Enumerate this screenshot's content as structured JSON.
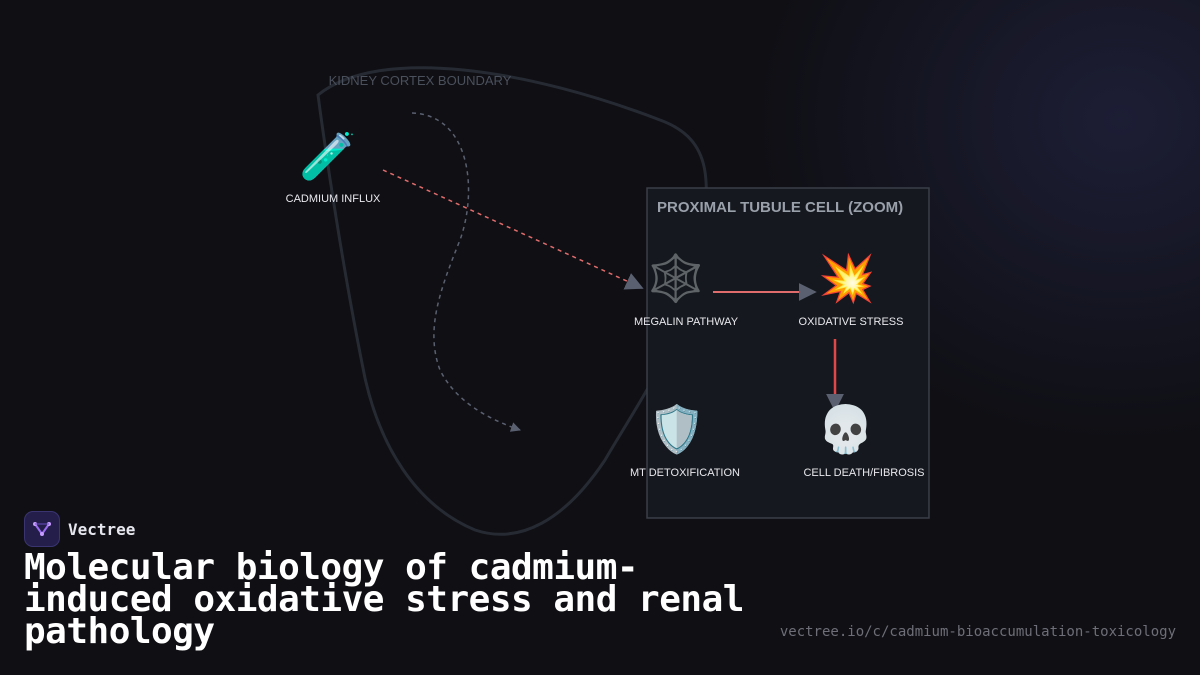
{
  "diagram": {
    "boundary_label": "KIDNEY CORTEX BOUNDARY",
    "zoom_box_title": "PROXIMAL TUBULE CELL (ZOOM)",
    "nodes": {
      "cadmium_influx": {
        "label": "CADMIUM INFLUX",
        "icon": "test-tube-icon",
        "glyph": "🧪"
      },
      "megalin_pathway": {
        "label": "MEGALIN PATHWAY",
        "icon": "spider-web-icon",
        "glyph": "🕸️"
      },
      "oxidative_stress": {
        "label": "OXIDATIVE STRESS",
        "icon": "explosion-icon",
        "glyph": "💥"
      },
      "mt_detoxification": {
        "label": "MT DETOXIFICATION",
        "icon": "shield-icon",
        "glyph": "🛡️"
      },
      "cell_death": {
        "label": "CELL DEATH/FIBROSIS",
        "icon": "skull-icon",
        "glyph": "💀"
      }
    },
    "colors": {
      "influx_arrow": "#e06c6c",
      "pathway_arrow": "#e06c6c",
      "stress_arrow": "#e04848",
      "boundary": "#262a33",
      "zoom_box_border": "#3a3f48"
    }
  },
  "brand": {
    "name": "Vectree"
  },
  "title": "Molecular biology of cadmium-induced oxidative stress and renal pathology",
  "url": "vectree.io/c/cadmium-bioaccumulation-toxicology"
}
